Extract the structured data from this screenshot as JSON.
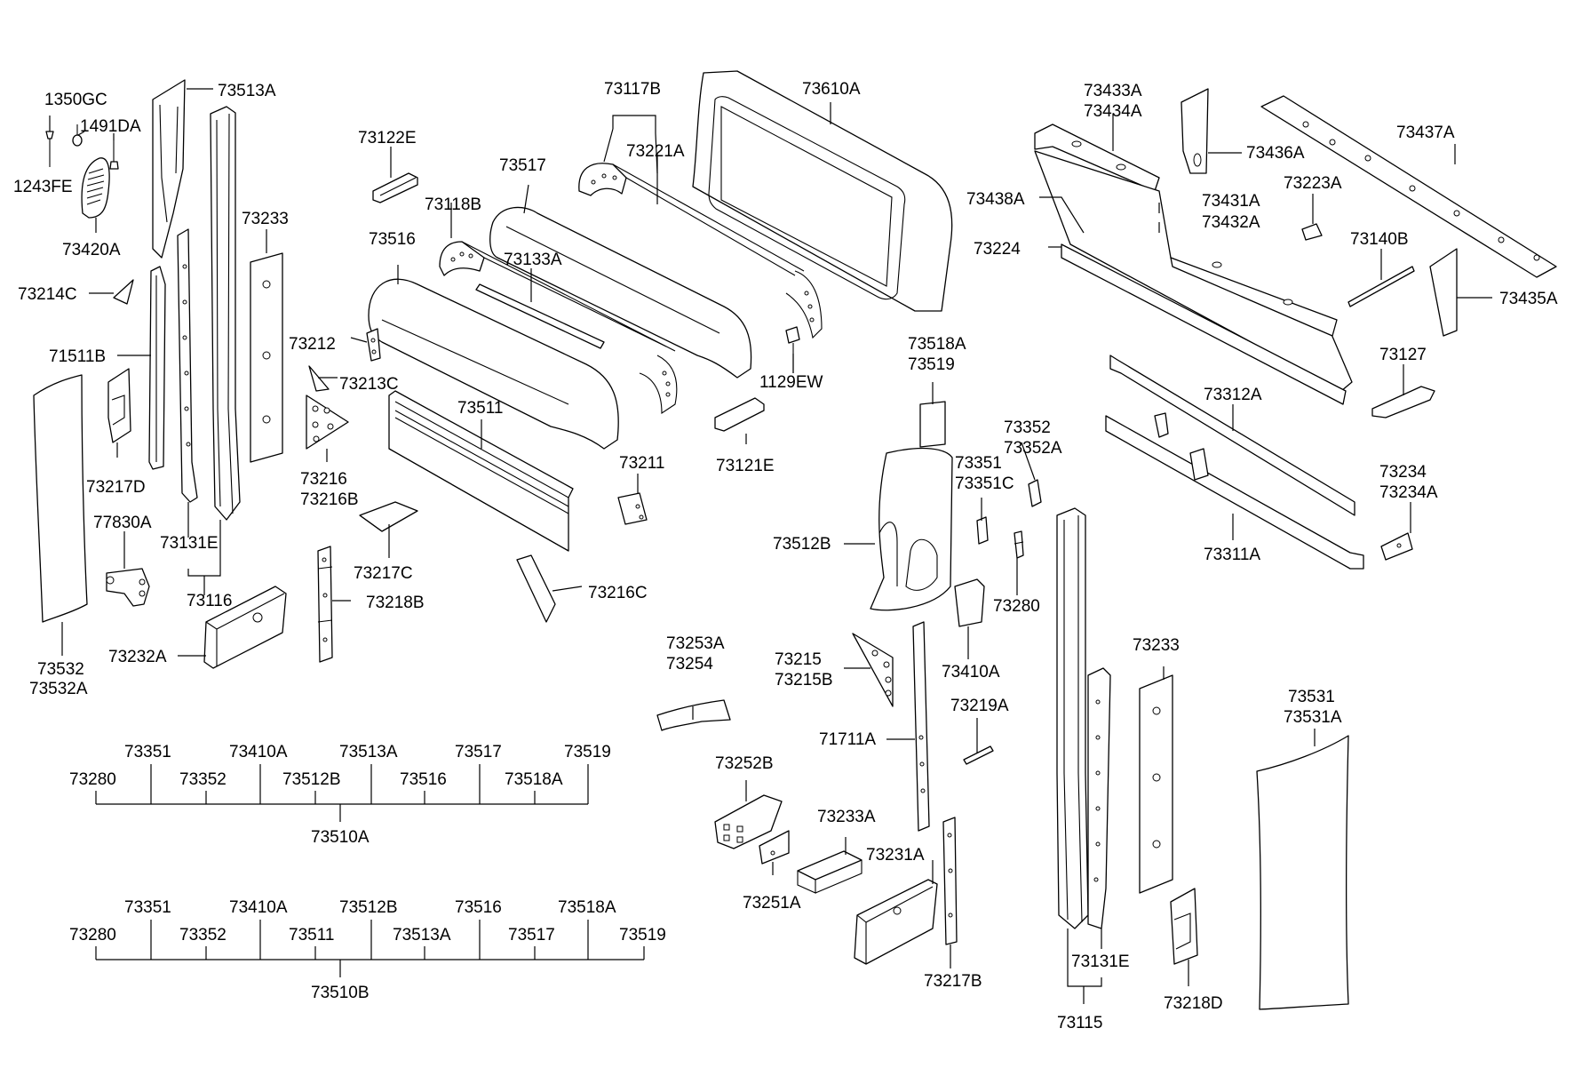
{
  "diagram": {
    "labels": {
      "l_1350GC": "1350GC",
      "l_1491DA": "1491DA",
      "l_1243FE": "1243FE",
      "l_73420A": "73420A",
      "l_73513A": "73513A",
      "l_73214C": "73214C",
      "l_71511B": "71511B",
      "l_73217D": "73217D",
      "l_77830A": "77830A",
      "l_73532": "73532",
      "l_73532A": "73532A",
      "l_73131E_l": "73131E",
      "l_73116": "73116",
      "l_73233_l": "73233",
      "l_73232A": "73232A",
      "l_73122E": "73122E",
      "l_73516": "73516",
      "l_73118B": "73118B",
      "l_73517": "73517",
      "l_73133A": "73133A",
      "l_73212": "73212",
      "l_73213C": "73213C",
      "l_73216": "73216",
      "l_73216B": "73216B",
      "l_73217C": "73217C",
      "l_73218B": "73218B",
      "l_73511": "73511",
      "l_73216C": "73216C",
      "l_73211": "73211",
      "l_73117B": "73117B",
      "l_73221A": "73221A",
      "l_73610A": "73610A",
      "l_1129EW": "1129EW",
      "l_73121E": "73121E",
      "l_73433A": "73433A",
      "l_73434A": "73434A",
      "l_73438A": "73438A",
      "l_73224": "73224",
      "l_73436A": "73436A",
      "l_73431A": "73431A",
      "l_73432A": "73432A",
      "l_73437A": "73437A",
      "l_73223A": "73223A",
      "l_73140B": "73140B",
      "l_73435A": "73435A",
      "l_73127": "73127",
      "l_73312A": "73312A",
      "l_73234": "73234",
      "l_73234A": "73234A",
      "l_73311A": "73311A",
      "l_73518A": "73518A",
      "l_73519": "73519",
      "l_73352": "73352",
      "l_73352A": "73352A",
      "l_73351": "73351",
      "l_73351C": "73351C",
      "l_73512B": "73512B",
      "l_73280": "73280",
      "l_73410A": "73410A",
      "l_73253A": "73253A",
      "l_73254": "73254",
      "l_73215": "73215",
      "l_73215B": "73215B",
      "l_73219A": "73219A",
      "l_71711A": "71711A",
      "l_73252B": "73252B",
      "l_73233A": "73233A",
      "l_73231A": "73231A",
      "l_73251A": "73251A",
      "l_73217B": "73217B",
      "l_73233_r": "73233",
      "l_73131E_r": "73131E",
      "l_73115": "73115",
      "l_73218D": "73218D",
      "l_73531": "73531",
      "l_73531A": "73531A"
    },
    "assembly_a": {
      "top_row": [
        "73351",
        "73410A",
        "73513A",
        "73517",
        "73519"
      ],
      "bottom_row": [
        "73280",
        "73352",
        "73512B",
        "73516",
        "73518A"
      ],
      "assembly": "73510A"
    },
    "assembly_b": {
      "top_row": [
        "73351",
        "73410A",
        "73512B",
        "73516",
        "73518A"
      ],
      "bottom_row": [
        "73280",
        "73352",
        "73511",
        "73513A",
        "73517",
        "73519"
      ],
      "assembly": "73510B"
    }
  }
}
